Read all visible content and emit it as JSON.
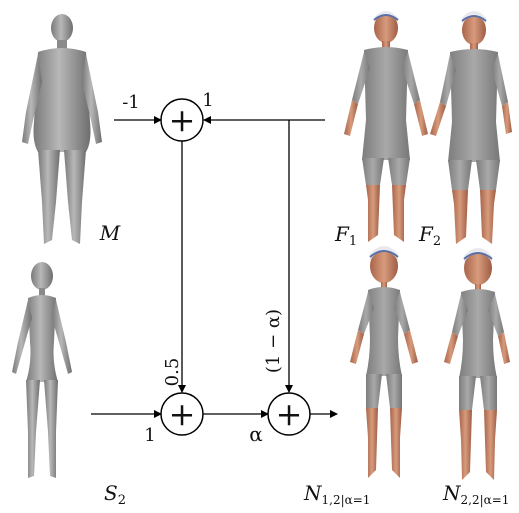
{
  "labels": {
    "M": "M",
    "S": "S",
    "S_sub": "2",
    "F1": "F",
    "F1_sub": "1",
    "F2": "F",
    "F2_sub": "2",
    "N1": "N",
    "N1_sub": "1,2|α=1",
    "N2": "N",
    "N2_sub": "2,2|α=1"
  },
  "operators": {
    "top_sum": "+",
    "bottom_sum": "+",
    "blend_sum": "+"
  },
  "weights": {
    "minus_one": "-1",
    "plus_one_top": "1",
    "half": "0.5",
    "one_bottom": "1",
    "alpha": "α",
    "one_minus_alpha": "(1 − α)"
  },
  "colors": {
    "body_gray": "#9b9b9b",
    "body_dark": "#6f6f6f",
    "skin": "#c98a6a",
    "skin_dark": "#a8664a",
    "cap": "#e8e8ef",
    "cap_stripe": "#5a6fa8",
    "line": "#000000"
  }
}
